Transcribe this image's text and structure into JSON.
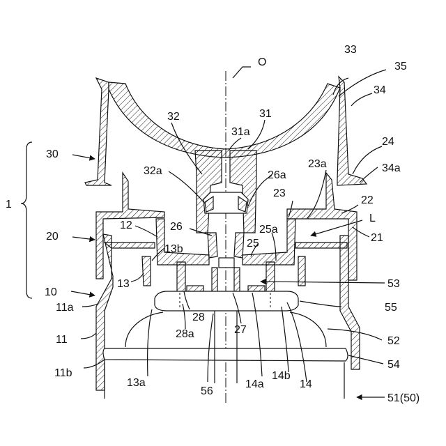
{
  "labels": {
    "axis": "O",
    "l1": "1",
    "l10": "10",
    "l11": "11",
    "l11a": "11a",
    "l11b": "11b",
    "l12": "12",
    "l13": "13",
    "l13a": "13a",
    "l13b": "13b",
    "l14": "14",
    "l14a": "14a",
    "l14b": "14b",
    "l20": "20",
    "l21": "21",
    "l22": "22",
    "l23": "23",
    "l23a": "23a",
    "l24": "24",
    "l25": "25",
    "l25a": "25a",
    "l26": "26",
    "l26a": "26a",
    "l27": "27",
    "l28": "28",
    "l28a": "28a",
    "l30": "30",
    "l31": "31",
    "l31a": "31a",
    "l32": "32",
    "l32a": "32a",
    "l33": "33",
    "l34": "34",
    "l34a": "34a",
    "l35": "35",
    "lL": "L",
    "l51": "51(50)",
    "l52": "52",
    "l53": "53",
    "l54": "54",
    "l55": "55",
    "l56": "56"
  }
}
